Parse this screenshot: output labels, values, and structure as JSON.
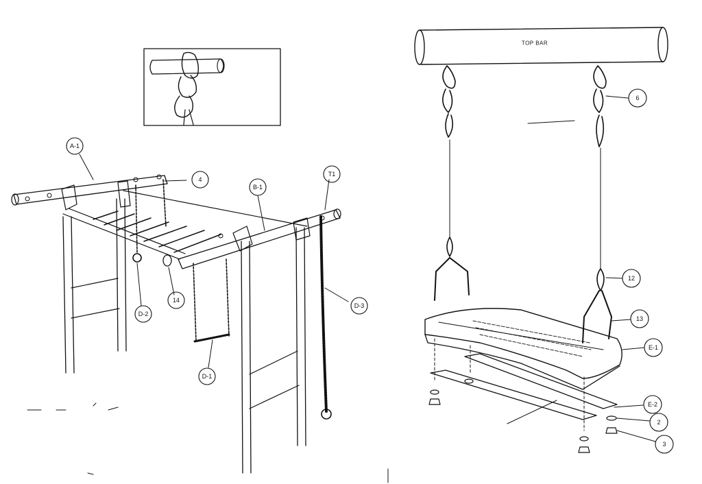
{
  "diagram": {
    "top_bar_label": "TOP BAR",
    "callouts": {
      "a1": "A-1",
      "b1": "B-1",
      "t1": "T1",
      "four": "4",
      "d2": "D-2",
      "fourteen": "14",
      "d1": "D-1",
      "d3": "D-3",
      "six": "6",
      "twelve": "12",
      "thirteen": "13",
      "e1": "E-1",
      "e2": "E-2",
      "two": "2",
      "three": "3"
    }
  }
}
